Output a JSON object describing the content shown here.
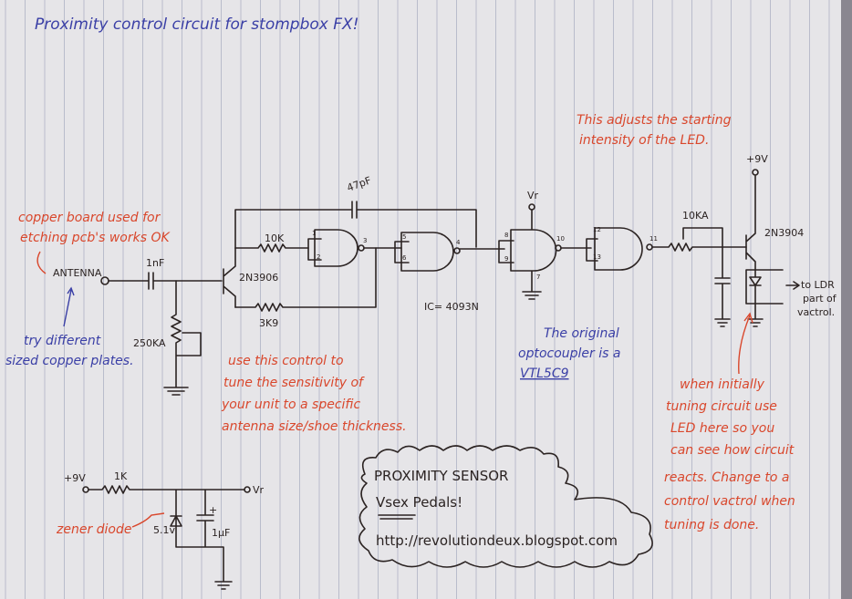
{
  "title": "Proximity control circuit for stompbox FX!",
  "components": {
    "antenna": "ANTENNA",
    "cap_input": "1nF",
    "pot_sensitivity": "250KA",
    "transistor_pnp": "2N3906",
    "res_10k": "10K",
    "res_3k9": "3K9",
    "cap_feedback": "47pF",
    "ic": "IC= 4093N",
    "vr": "Vr",
    "pot_led": "10KA",
    "plus9v": "+9V",
    "transistor_npn": "2N3904",
    "to_ldr": [
      "to LDR",
      "part of",
      "vactrol."
    ],
    "pins": [
      "1",
      "2",
      "3",
      "5",
      "6",
      "4",
      "8",
      "9",
      "10",
      "7",
      "12",
      "13",
      "11"
    ]
  },
  "power": {
    "plus9v": "+9V",
    "res": "1K",
    "vr": "Vr",
    "zener_value": "5.1v",
    "cap": "1µF",
    "cap_polarity": "+"
  },
  "notes": {
    "copper_board": [
      "copper board used for",
      "etching pcb's works OK"
    ],
    "copper_plates": [
      "try different",
      "sized copper plates."
    ],
    "sensitivity": [
      "use this control to",
      "tune the sensitivity of",
      "your unit to a specific",
      "antenna size/shoe thickness."
    ],
    "led_intensity": [
      "This adjusts the starting",
      "intensity of the LED."
    ],
    "optocoupler": [
      "The original",
      "optocoupler is a"
    ],
    "optocoupler_model": "VTL5C9",
    "tuning": [
      "when initially",
      "tuning circuit use",
      "LED here so you",
      "can see how circuit",
      "reacts. Change to a",
      "control vactrol when",
      "tuning is done."
    ],
    "zener": "zener diode"
  },
  "cloud": {
    "line1": "PROXIMITY SENSOR",
    "line2": "Vsex Pedals!",
    "url": "http://revolutiondeux.blogspot.com"
  },
  "colors": {
    "ink": "#2b2322",
    "red_pen": "#d9472c",
    "blue_pen": "#3a3fa6",
    "paper": "#e6e5e8"
  }
}
